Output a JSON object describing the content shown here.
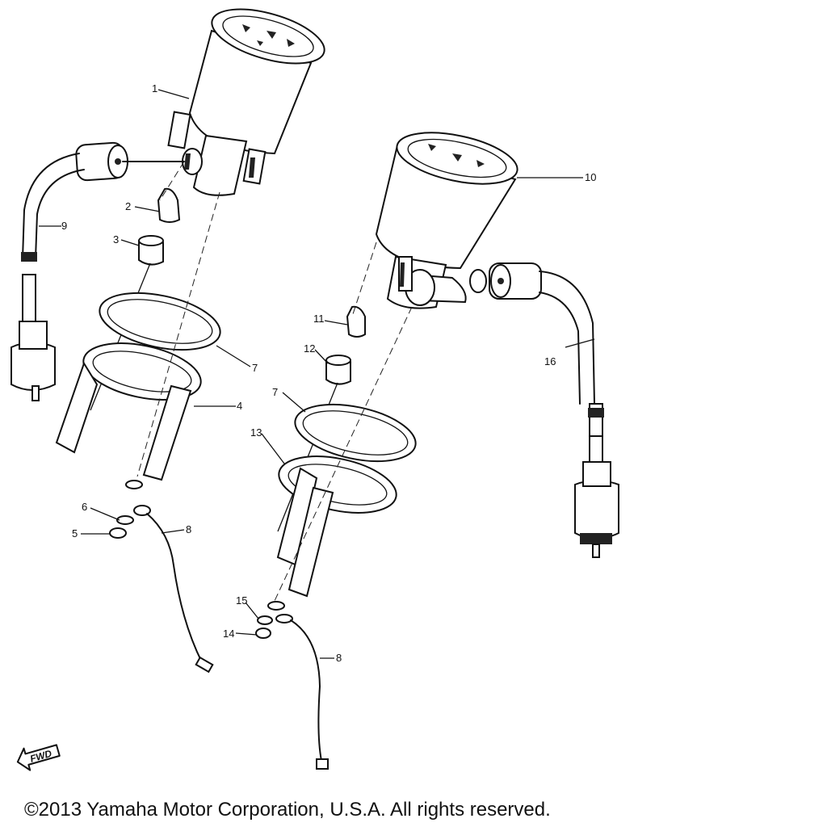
{
  "diagram": {
    "callouts": {
      "c1": "1",
      "c2": "2",
      "c3": "3",
      "c4": "4",
      "c5": "5",
      "c6": "6",
      "c7a": "7",
      "c7b": "7",
      "c8a": "8",
      "c8b": "8",
      "c9": "9",
      "c10": "10",
      "c11": "11",
      "c12": "12",
      "c13": "13",
      "c14": "14",
      "c15": "15",
      "c16": "16"
    },
    "fwd_label": "FWD"
  },
  "footer": {
    "copyright": "©2013 Yamaha Motor Corporation, U.S.A. All rights reserved."
  }
}
